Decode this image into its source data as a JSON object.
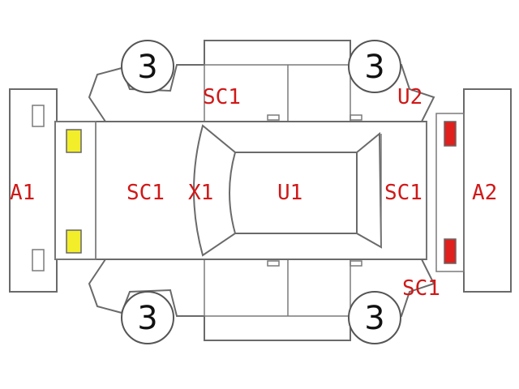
{
  "diagram": {
    "tire_markers": {
      "front_left": "3",
      "front_right": "3",
      "rear_left": "3",
      "rear_right": "3"
    },
    "panels": {
      "front_bumper": "A1",
      "rear_bumper": "A2",
      "hood": "SC1",
      "windshield": "X1",
      "roof": "U1",
      "trunk": "SC1",
      "right_front_fender": "SC1",
      "right_rear_quarter": "U2",
      "left_rear_quarter": "SC1"
    },
    "colors": {
      "label": "#d01818",
      "headlight": "#f2ee2a",
      "taillight": "#e0201c",
      "outline": "#6a6a6a"
    }
  }
}
